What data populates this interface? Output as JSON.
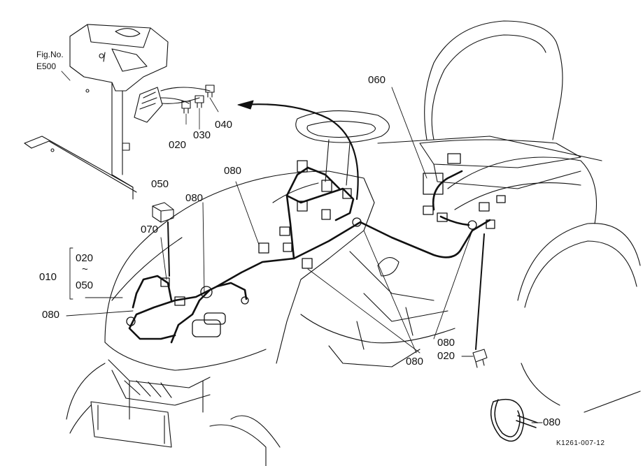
{
  "figure": {
    "fig_label": "Fig.No.",
    "fig_number": "E500",
    "drawing_code": "K1261-007-12"
  },
  "callouts": {
    "p010": "010",
    "p020_top": "020",
    "p030": "030",
    "p040": "040",
    "p050_top": "050",
    "p060": "060",
    "p070": "070",
    "p080_left_top": "080",
    "p080_center": "080",
    "p080_left": "080",
    "p080_bottom_center": "080",
    "p080_right": "080",
    "p020_right": "020",
    "p080_tie": "080",
    "range_start": "020",
    "range_tilde": "~",
    "range_end": "050"
  },
  "colors": {
    "line": "#111111",
    "background": "#ffffff"
  }
}
